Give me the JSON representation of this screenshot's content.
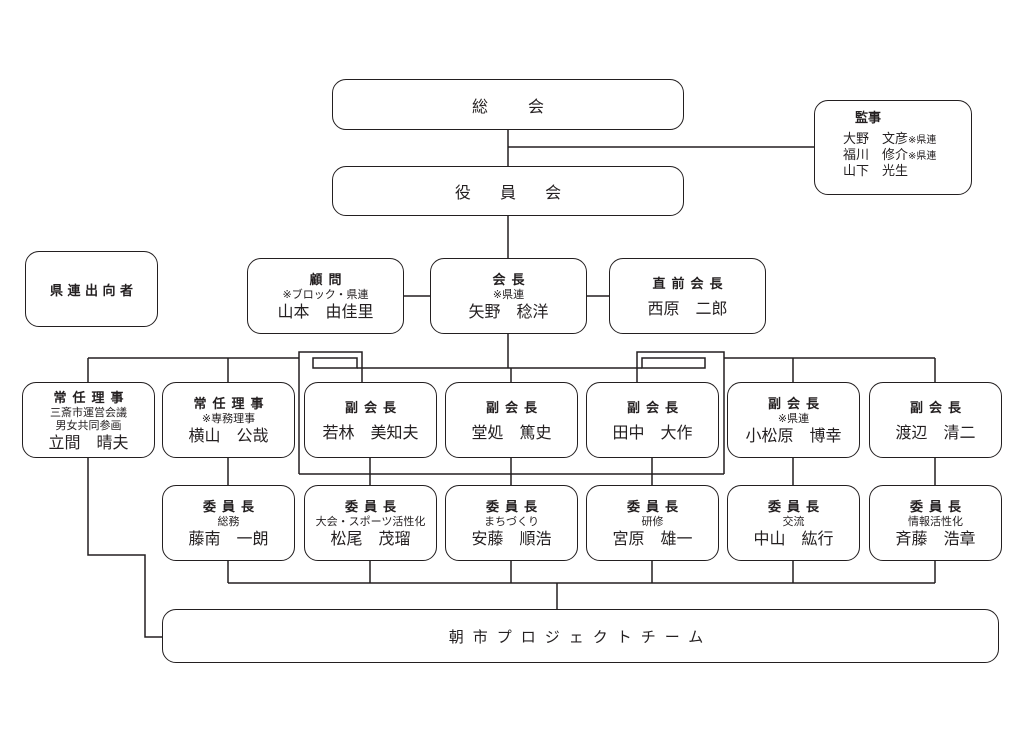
{
  "general_meeting": "総　会",
  "board_meeting": "役 員 会",
  "auditors": {
    "title": "監事",
    "members": [
      {
        "name": "大野　文彦",
        "note": "※県連"
      },
      {
        "name": "福川　修介",
        "note": "※県連"
      },
      {
        "name": "山下　光生",
        "note": ""
      }
    ]
  },
  "prefecture_dispatch": "県 連 出 向 者",
  "advisor": {
    "role": "顧問",
    "note": "※ブロック・県連",
    "name": "山本　由佳里"
  },
  "president": {
    "role": "会長",
    "note": "※県連",
    "name": "矢野　稔洋"
  },
  "past_president": {
    "role": "直前会長",
    "name": "西原　二郎"
  },
  "row1": [
    {
      "role": "常任理事",
      "note": "三斎市運営会議",
      "note2": "男女共同参画",
      "name": "立間　晴夫"
    },
    {
      "role": "常任理事",
      "note": "※専務理事",
      "name": "横山　公哉"
    },
    {
      "role": "副会長",
      "name": "若林　美知夫"
    },
    {
      "role": "副会長",
      "name": "堂処　篤史"
    },
    {
      "role": "副会長",
      "name": "田中　大作"
    },
    {
      "role": "副会長",
      "note": "※県連",
      "name": "小松原　博幸"
    },
    {
      "role": "副会長",
      "name": "渡辺　清二"
    }
  ],
  "row2": [
    {
      "role": "委員長",
      "note": "総務",
      "name": "藤南　一朗"
    },
    {
      "role": "委員長",
      "note": "大会・スポーツ活性化",
      "name": "松尾　茂瑠"
    },
    {
      "role": "委員長",
      "note": "まちづくり",
      "name": "安藤　順浩"
    },
    {
      "role": "委員長",
      "note": "研修",
      "name": "宮原　雄一"
    },
    {
      "role": "委員長",
      "note": "交流",
      "name": "中山　紘行"
    },
    {
      "role": "委員長",
      "note": "情報活性化",
      "name": "斉藤　浩章"
    }
  ],
  "project_team": "朝市プロジェクトチーム"
}
